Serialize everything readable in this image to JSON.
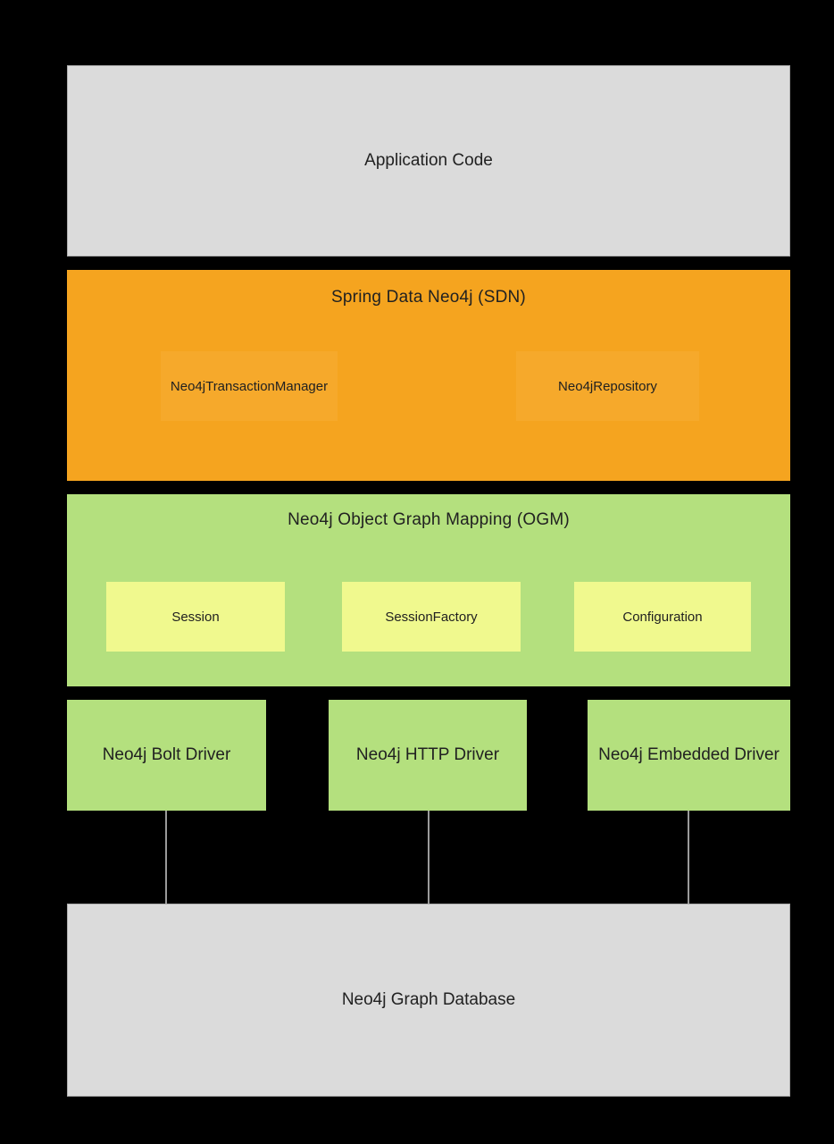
{
  "colors": {
    "background": "#000000",
    "gray": "#dbdbdb",
    "gray_border": "#adadad",
    "orange": "#f5a41f",
    "orange_inner": "#f6a92b",
    "green": "#b4e07e",
    "yellow": "#f0f98e",
    "connector": "#9a9a9a",
    "text": "#212121"
  },
  "diagram": {
    "application": {
      "label": "Application Code"
    },
    "sdn": {
      "title": "Spring Data Neo4j (SDN)",
      "children": [
        {
          "label": "Neo4jTransactionManager"
        },
        {
          "label": "Neo4jRepository"
        }
      ]
    },
    "ogm": {
      "title": "Neo4j Object Graph Mapping (OGM)",
      "children": [
        {
          "label": "Session"
        },
        {
          "label": "SessionFactory"
        },
        {
          "label": "Configuration"
        }
      ]
    },
    "drivers": [
      {
        "label": "Neo4j Bolt Driver"
      },
      {
        "label": "Neo4j HTTP Driver"
      },
      {
        "label": "Neo4j Embedded Driver"
      }
    ],
    "database": {
      "label": "Neo4j Graph Database"
    }
  }
}
